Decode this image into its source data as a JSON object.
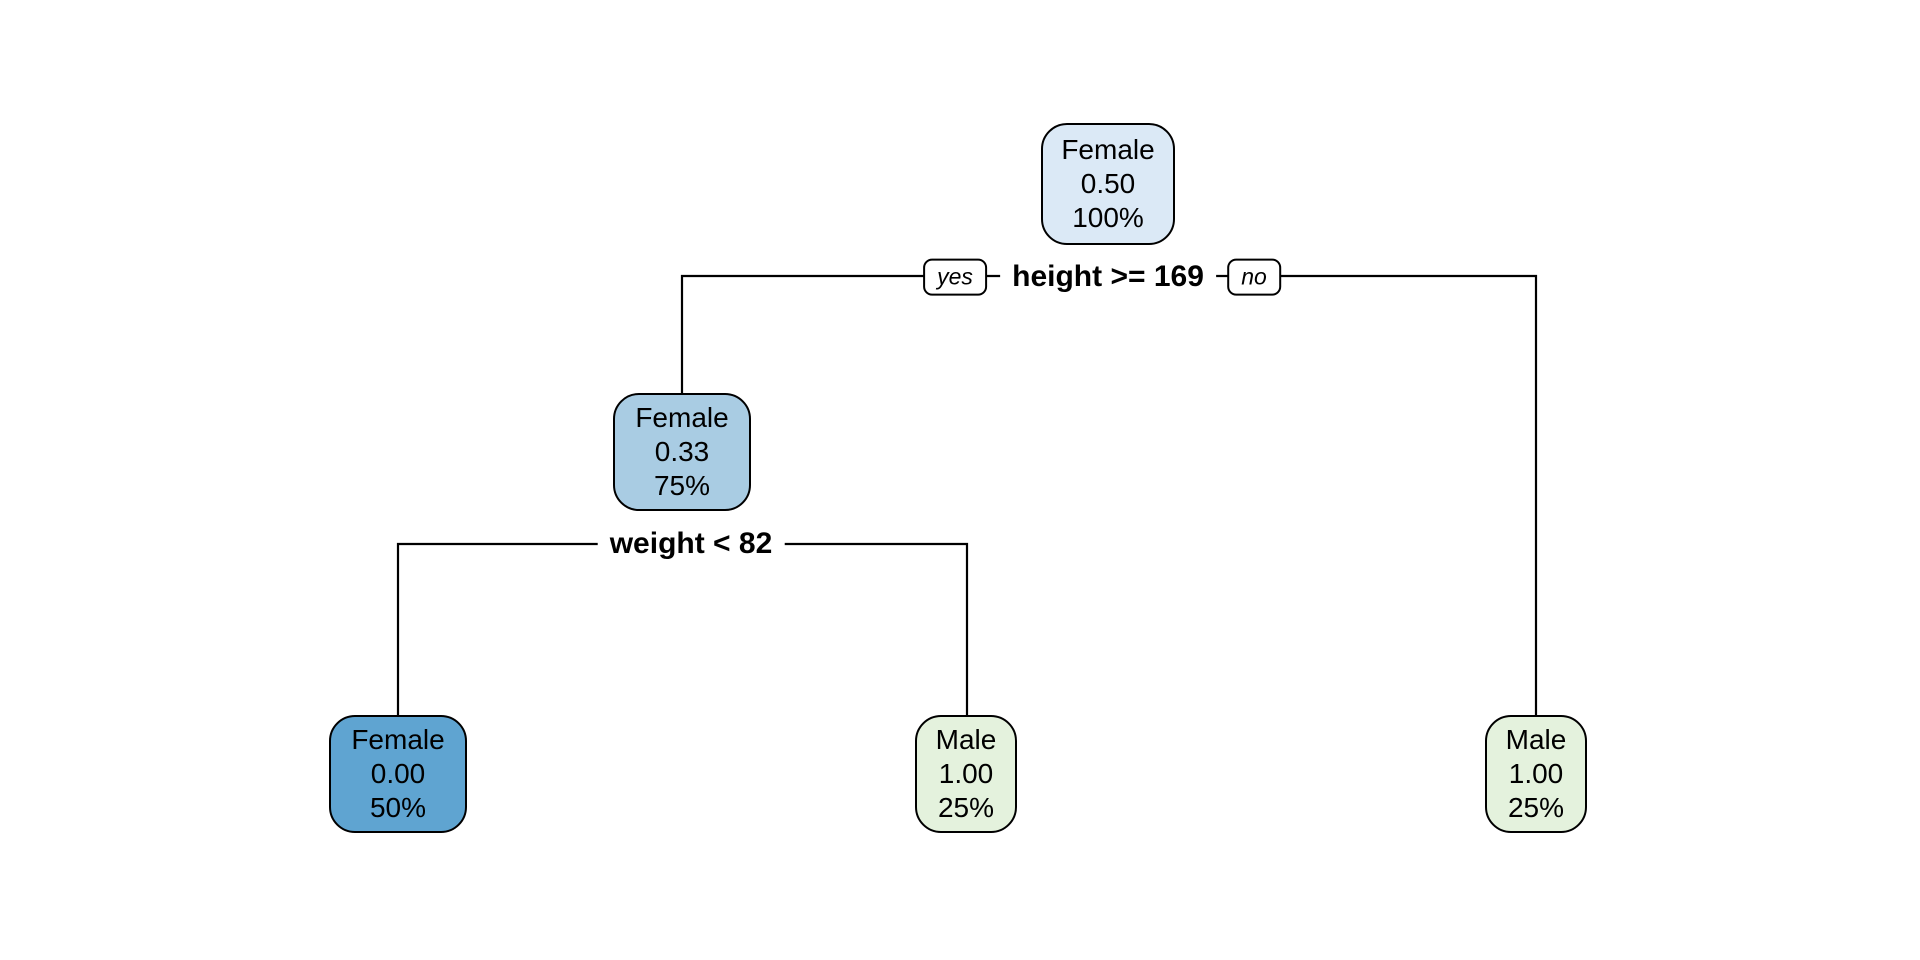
{
  "figure": {
    "background": "#ffffff",
    "line_color": "#000000",
    "tree": {
      "nodes": [
        {
          "id": "root",
          "class_label": "Female",
          "probability": "0.50",
          "coverage": "100%",
          "fill": "#DBE9F6"
        },
        {
          "id": "internal-left",
          "class_label": "Female",
          "probability": "0.33",
          "coverage": "75%",
          "fill": "#A9CCE3"
        },
        {
          "id": "leaf-left",
          "class_label": "Female",
          "probability": "0.00",
          "coverage": "50%",
          "fill": "#5FA4D1"
        },
        {
          "id": "leaf-middle",
          "class_label": "Male",
          "probability": "1.00",
          "coverage": "25%",
          "fill": "#E4F2DD"
        },
        {
          "id": "leaf-right",
          "class_label": "Male",
          "probability": "1.00",
          "coverage": "25%",
          "fill": "#E4F2DD"
        }
      ],
      "splits": [
        {
          "condition": "height >= 169",
          "yes_label": "yes",
          "no_label": "no"
        },
        {
          "condition": "weight < 82"
        }
      ]
    }
  }
}
